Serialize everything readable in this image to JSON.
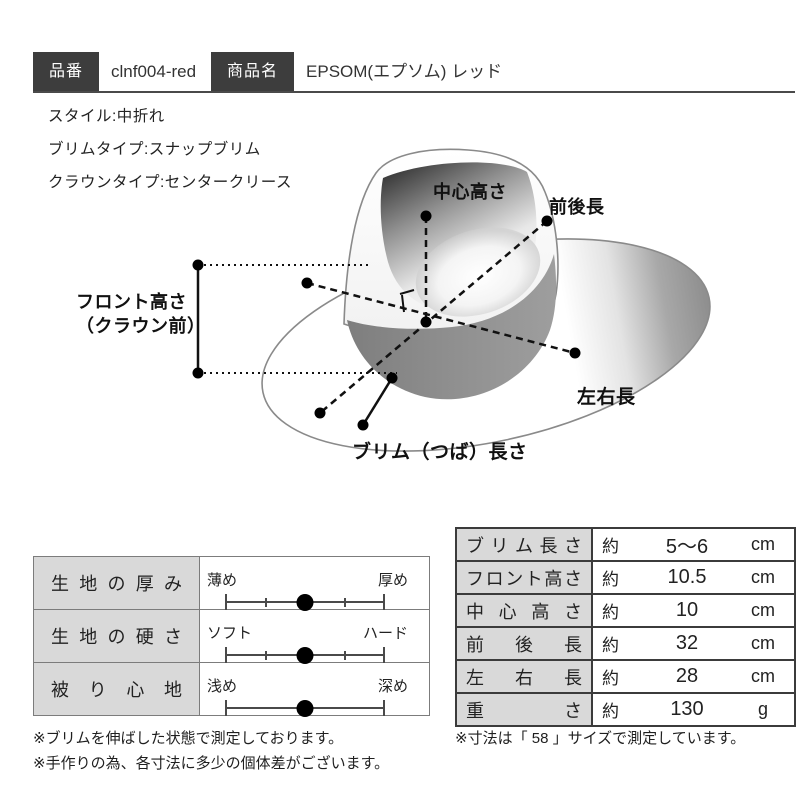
{
  "header": {
    "code_label": "品番",
    "code_value": "clnf004-red",
    "name_label": "商品名",
    "name_value": "EPSOM(エプソム) レッド"
  },
  "specs": {
    "style": "スタイル:中折れ",
    "brim_type": "ブリムタイプ:スナップブリム",
    "crown_type": "クラウンタイプ:センタークリース"
  },
  "diagram_labels": {
    "center_height": "中心高さ",
    "front_back_length": "前後長",
    "front_height_line1": "フロント高さ",
    "front_height_line2": "（クラウン前）",
    "left_right_length": "左右長",
    "brim_length": "ブリム（つば）長さ"
  },
  "fit_table": {
    "rows": [
      {
        "label": "生地の厚み",
        "left": "薄め",
        "right": "厚め",
        "value": 0.5,
        "ticks": [
          0,
          0.25,
          0.5,
          0.75,
          1
        ]
      },
      {
        "label": "生地の硬さ",
        "left": "ソフト",
        "right": "ハード",
        "value": 0.5,
        "ticks": [
          0,
          0.25,
          0.5,
          0.75,
          1
        ]
      },
      {
        "label": "被り心地",
        "left": "浅め",
        "right": "深め",
        "value": 0.5,
        "ticks": [
          0,
          1
        ]
      }
    ]
  },
  "size_table": {
    "rows": [
      {
        "label": "ブリム長さ",
        "approx": "約",
        "value": "5～6",
        "unit": "cm"
      },
      {
        "label": "フロント高さ",
        "approx": "約",
        "value": "10.5",
        "unit": "cm"
      },
      {
        "label": "中心高さ",
        "approx": "約",
        "value": "10",
        "unit": "cm"
      },
      {
        "label": "前後長",
        "approx": "約",
        "value": "32",
        "unit": "cm"
      },
      {
        "label": "左右長",
        "approx": "約",
        "value": "28",
        "unit": "cm"
      },
      {
        "label": "重さ",
        "approx": "約",
        "value": "130",
        "unit": "g"
      }
    ]
  },
  "notes": {
    "left1": "※ブリムを伸ばした状態で測定しております。",
    "left2": "※手作りの為、各寸法に多少の個体差がございます。",
    "right": "※寸法は「 58 」サイズで測定しています。"
  },
  "colors": {
    "tag_bg": "#3d3d3d",
    "table_header_bg": "#d9d9d9",
    "band_gray": "#8f8f8f",
    "border_dark": "#3b3b3b",
    "border_gray": "#7c7c7c",
    "text": "#222222"
  }
}
